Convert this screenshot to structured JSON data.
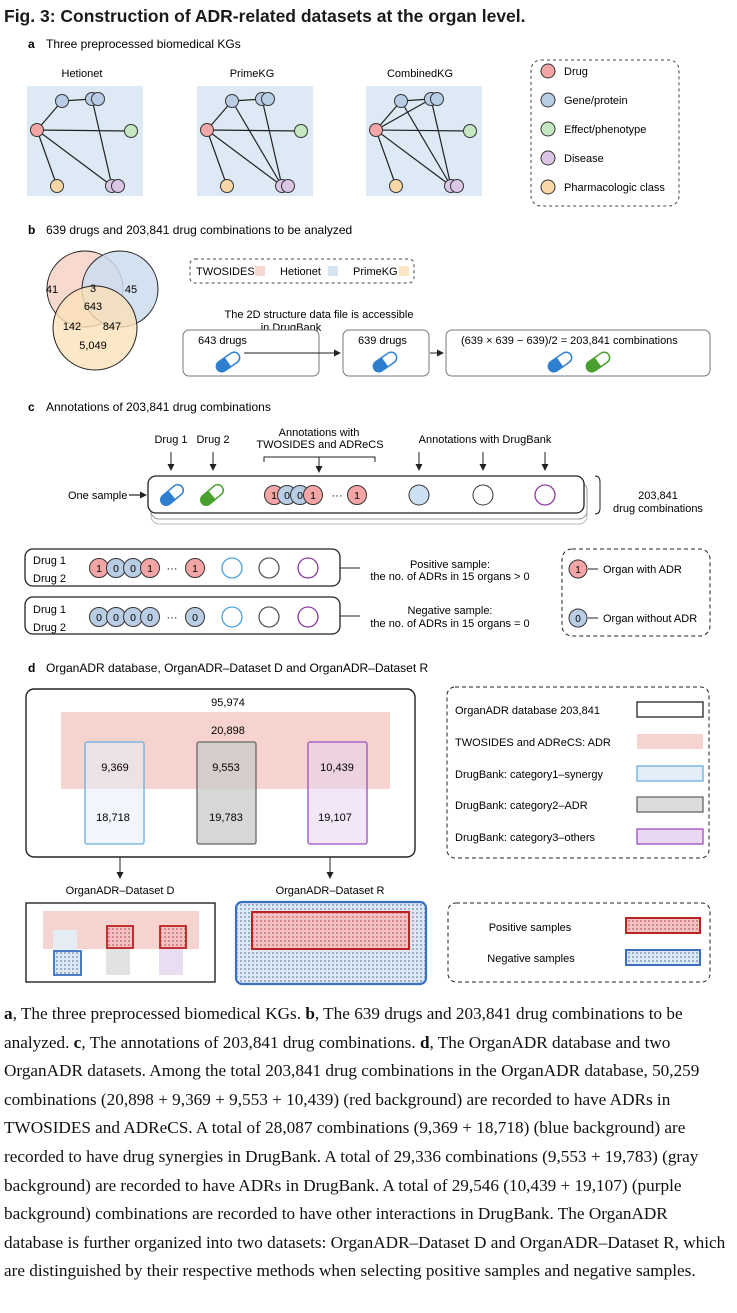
{
  "title": "Fig. 3: Construction of ADR-related datasets at the organ level.",
  "panel_a": {
    "label": "a",
    "heading": "Three preprocessed biomedical KGs",
    "graphs": [
      "Hetionet",
      "PrimeKG",
      "CombinedKG"
    ],
    "legend": [
      {
        "label": "Drug",
        "color": "#f4a6a6"
      },
      {
        "label": "Gene/protein",
        "color": "#b9cde4"
      },
      {
        "label": "Effect/phenotype",
        "color": "#c5e8c2"
      },
      {
        "label": "Disease",
        "color": "#dcc6e6"
      },
      {
        "label": "Pharmacologic class",
        "color": "#f9d6a6"
      }
    ]
  },
  "panel_b": {
    "label": "b",
    "heading": "639 drugs and 203,841 drug combinations to be analyzed",
    "venn": {
      "a_only": "41",
      "ab": "3",
      "b_only": "45",
      "abc": "643",
      "ac": "142",
      "bc": "847",
      "c_only": "5,049"
    },
    "sources": [
      {
        "label": "TWOSIDES",
        "color": "#f8d6d0"
      },
      {
        "label": "Hetionet",
        "color": "#d6e4f2"
      },
      {
        "label": "PrimeKG",
        "color": "#fbe6c4"
      }
    ],
    "note_line1": "The 2D structure data file is accessible",
    "note_line2": "in DrugBank",
    "box1": "643 drugs",
    "box2": "639 drugs",
    "box3": "(639 × 639 − 639)/2 = 203,841 combinations"
  },
  "panel_c": {
    "label": "c",
    "heading": "Annotations of 203,841 drug combinations",
    "col_drug1": "Drug 1",
    "col_drug2": "Drug 2",
    "col_twosides_1": "Annotations with",
    "col_twosides_2": "TWOSIDES and ADReCS",
    "col_drugbank": "Annotations with DrugBank",
    "one_sample": "One sample",
    "count_value": "203,841",
    "count_label": "drug combinations",
    "pos_drug1": "Drug 1",
    "pos_drug2": "Drug 2",
    "neg_drug1": "Drug 1",
    "neg_drug2": "Drug 2",
    "pos_line1": "Positive sample:",
    "pos_line2": "the no. of ADRs in 15 organs > 0",
    "neg_line1": "Negative sample:",
    "neg_line2": "the no. of ADRs in 15 organs = 0",
    "legend_with": "Organ with ADR",
    "legend_without": "Organ without ADR",
    "one": "1",
    "zero": "0",
    "dots": "···"
  },
  "panel_d": {
    "label": "d",
    "heading": "OrganADR database, OrganADR–Dataset D and OrganADR–Dataset R",
    "total": "95,974",
    "red": "20,898",
    "blue_top": "9,369",
    "blue_bottom": "18,718",
    "gray_top": "9,553",
    "gray_bottom": "19,783",
    "purple_top": "10,439",
    "purple_bottom": "19,107",
    "dataset_d": "OrganADR–Dataset D",
    "dataset_r": "OrganADR–Dataset R",
    "legend": [
      "OrganADR database 203,841",
      "TWOSIDES and ADReCS: ADR",
      "DrugBank: category1–synergy",
      "DrugBank: category2–ADR",
      "DrugBank: category3–others"
    ],
    "positive": "Positive samples",
    "negative": "Negative samples"
  },
  "caption": {
    "a": "a",
    "a_text": ", The three preprocessed biomedical KGs. ",
    "b": "b",
    "b_text": ", The 639 drugs and 203,841 drug combinations to be analyzed. ",
    "c": "c",
    "c_text": ", The annotations of 203,841 drug combinations. ",
    "d": "d",
    "d_text": ", The OrganADR database and two OrganADR datasets. Among the total 203,841 drug combinations in the OrganADR database, 50,259 combinations (20,898 + 9,369 + 9,553 + 10,439) (red background) are recorded to have ADRs in TWOSIDES and ADReCS. A total of 28,087 combinations (9,369 + 18,718) (blue background) are recorded to have drug synergies in DrugBank. A total of 29,336 combinations (9,553 + 19,783) (gray background) are recorded to have ADRs in DrugBank. A total of 29,546 (10,439 + 19,107) (purple background) combinations are recorded to have other interactions in DrugBank. The OrganADR database is further organized into two datasets: OrganADR–Dataset D and OrganADR–Dataset R, which are distinguished by their respective methods when selecting positive samples and negative samples."
  }
}
